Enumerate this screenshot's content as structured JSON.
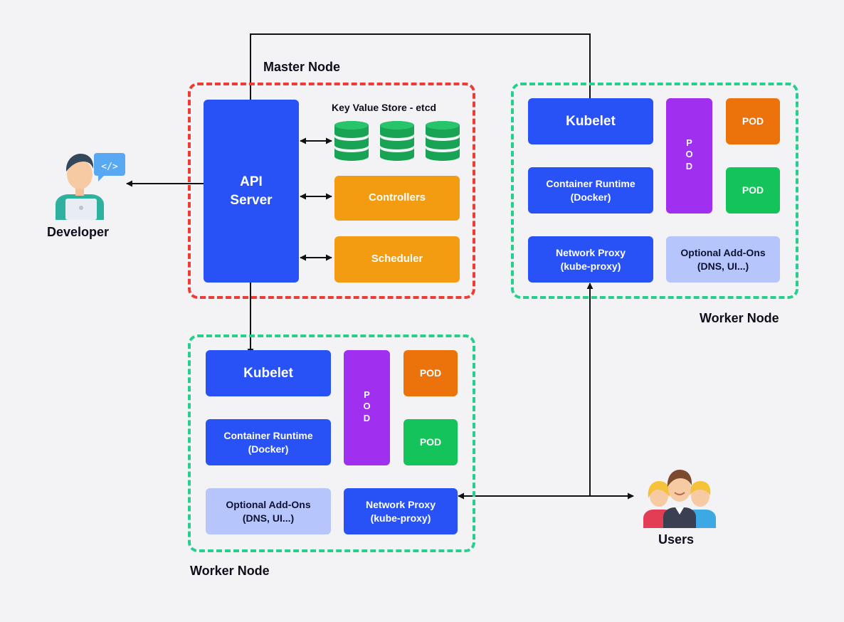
{
  "master_node": {
    "title": "Master Node",
    "api_server": "API\nServer",
    "etcd_title": "Key Value Store - etcd",
    "controllers": "Controllers",
    "scheduler": "Scheduler"
  },
  "worker_top": {
    "title": "Worker Node",
    "kubelet": "Kubelet",
    "container_runtime": "Container Runtime\n(Docker)",
    "network_proxy": "Network Proxy\n(kube-proxy)",
    "optional_addons": "Optional Add-Ons\n(DNS, UI...)",
    "pod_vertical": "P\nO\nD",
    "pod_1": "POD",
    "pod_2": "POD"
  },
  "worker_bottom": {
    "title": "Worker Node",
    "kubelet": "Kubelet",
    "container_runtime": "Container Runtime\n(Docker)",
    "optional_addons": "Optional Add-Ons\n(DNS, UI...)",
    "network_proxy": "Network Proxy\n(kube-proxy)",
    "pod_vertical": "P\nO\nD",
    "pod_1": "POD",
    "pod_2": "POD"
  },
  "actors": {
    "developer": "Developer",
    "users": "Users"
  },
  "colors": {
    "blue": "#2852f6",
    "orange": "#f39c12",
    "dark_orange": "#ec720c",
    "green": "#14c45a",
    "purple": "#a12ff0",
    "light_blue": "#b6c5fb",
    "master_border": "#ee3b33",
    "worker_border": "#27cf8f",
    "etcd_green": "#18a355"
  }
}
